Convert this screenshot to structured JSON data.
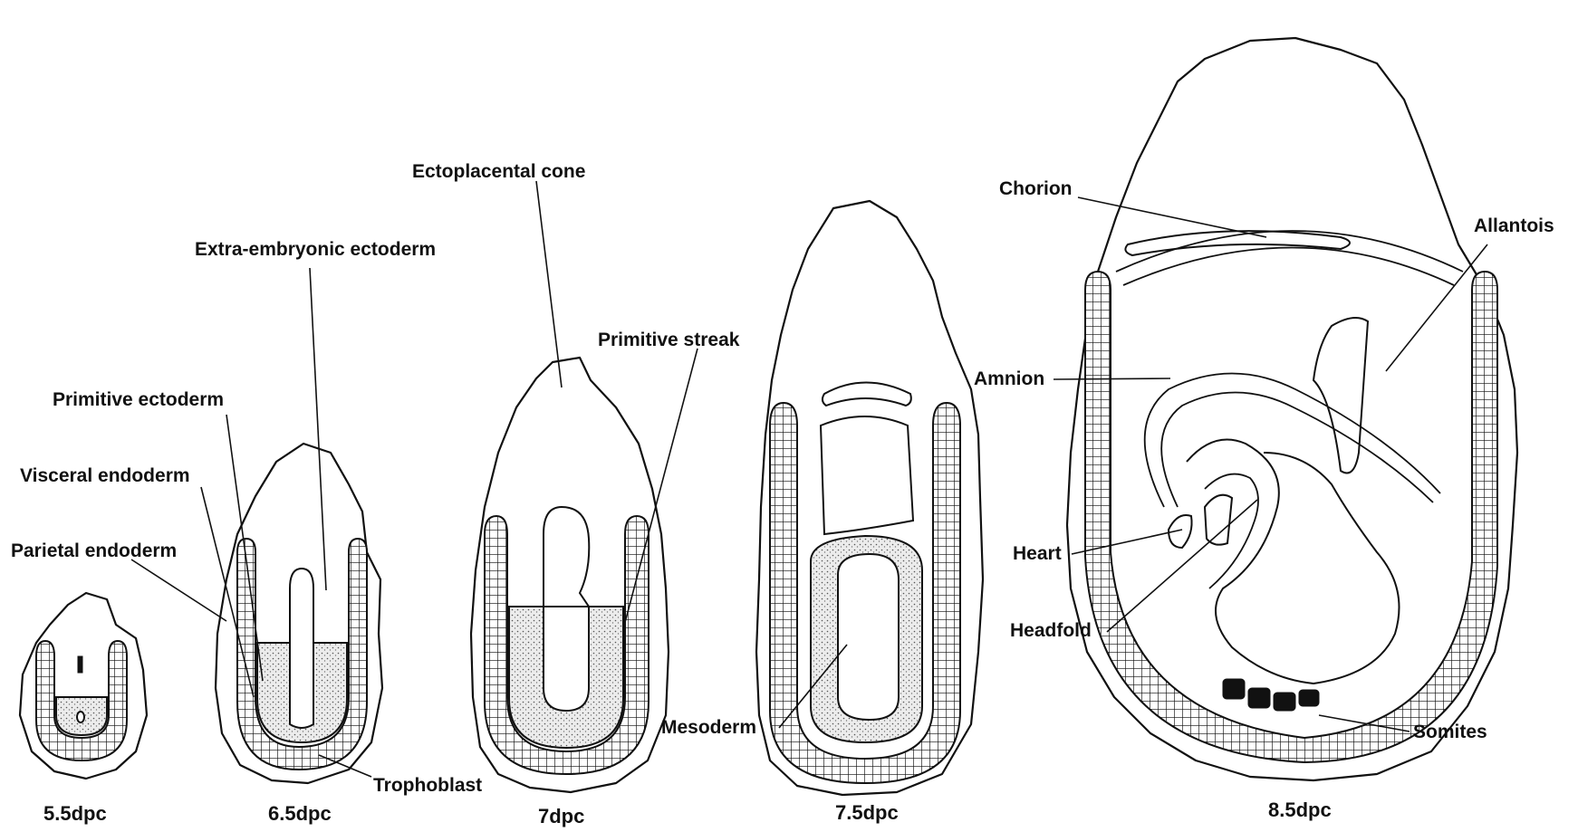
{
  "stages": {
    "s55": "5.5dpc",
    "s65": "6.5dpc",
    "s7": "7dpc",
    "s75": "7.5dpc",
    "s85": "8.5dpc"
  },
  "labels": {
    "ectoplacental_cone": "Ectoplacental cone",
    "extra_embryonic_ectoderm": "Extra-embryonic ectoderm",
    "primitive_streak": "Primitive streak",
    "primitive_ectoderm": "Primitive ectoderm",
    "visceral_endoderm": "Visceral endoderm",
    "parietal_endoderm": "Parietal endoderm",
    "trophoblast": "Trophoblast",
    "mesoderm": "Mesoderm",
    "chorion": "Chorion",
    "allantois": "Allantois",
    "amnion": "Amnion",
    "heart": "Heart",
    "headfold": "Headfold",
    "somites": "Somites"
  }
}
